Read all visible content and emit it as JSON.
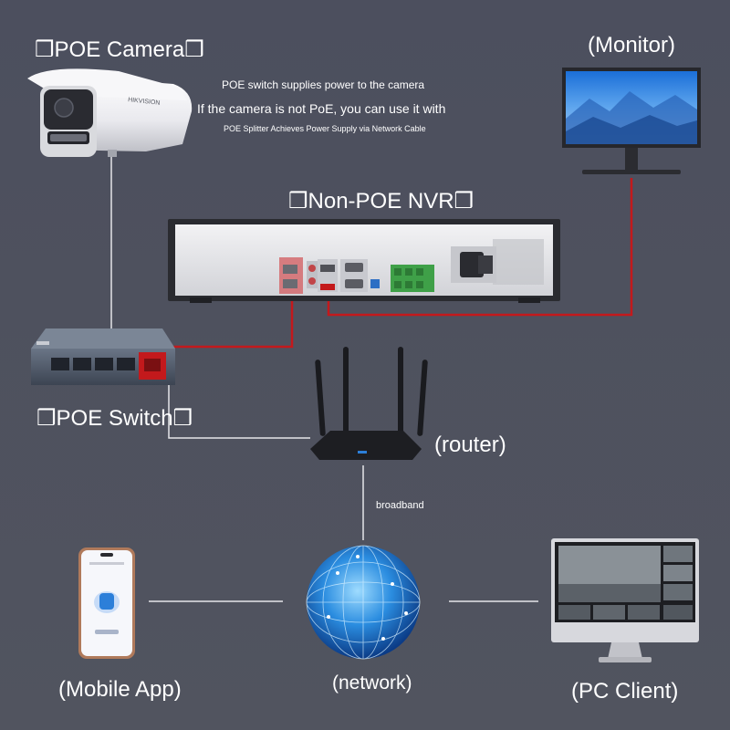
{
  "labels": {
    "poe_camera": "❒POE Camera❒",
    "monitor": "(Monitor)",
    "non_poe_nvr": "❒Non-POE NVR❒",
    "poe_switch": "❒POE Switch❒",
    "router": "(router)",
    "mobile_app": "(Mobile App)",
    "network": "(network)",
    "pc_client": "(PC Client)",
    "broadband": "broadband"
  },
  "notes": {
    "line1": "POE switch supplies power to the camera",
    "line2": "If the camera is not PoE, you can use it with",
    "line3": "POE Splitter Achieves Power Supply via Network Cable"
  },
  "camera_brand": "HIKVISION",
  "colors": {
    "background": "#4e5160",
    "cable_red": "#c0181b",
    "cable_white": "#e8e8ec",
    "accent_blue": "#2c7fd9"
  }
}
